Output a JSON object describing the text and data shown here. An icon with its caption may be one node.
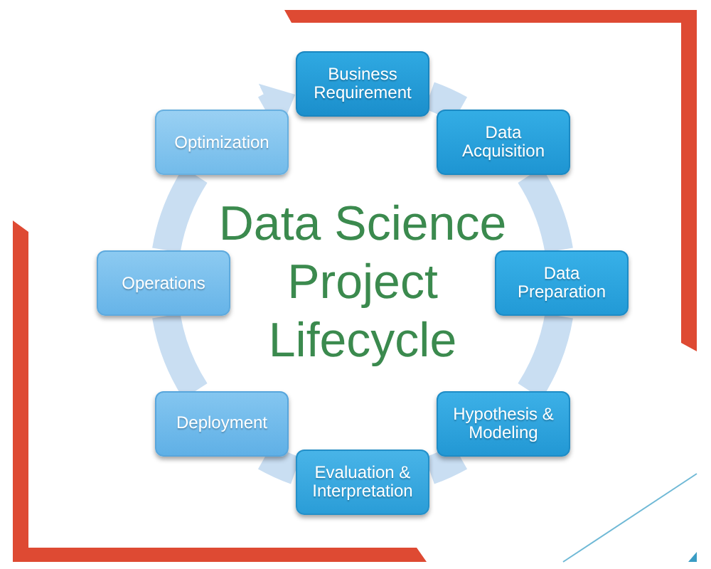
{
  "diagram": {
    "title": "Data Science Project Lifecycle",
    "nodes": [
      {
        "text": [
          "Business Requirement"
        ]
      },
      {
        "text": [
          "Data Acquisition"
        ]
      },
      {
        "text": [
          "Data Preparation"
        ]
      },
      {
        "text": [
          "Hypothesis & Modeling"
        ]
      },
      {
        "text": [
          "Evaluation & Interpretation"
        ]
      },
      {
        "text": [
          "Deployment"
        ]
      },
      {
        "text": [
          "Operations"
        ]
      },
      {
        "text": [
          "Optimization"
        ]
      }
    ],
    "edges": [
      {
        "from": 0,
        "to": 1,
        "arrow": "none"
      },
      {
        "from": 1,
        "to": 2,
        "arrow": "none"
      },
      {
        "from": 2,
        "to": 3,
        "arrow": "none"
      },
      {
        "from": 3,
        "to": 4,
        "arrow": "none"
      },
      {
        "from": 4,
        "to": 5,
        "arrow": "none"
      },
      {
        "from": 5,
        "to": 6,
        "arrow": "none"
      },
      {
        "from": 6,
        "to": 7,
        "arrow": "none"
      },
      {
        "from": 7,
        "to": 0,
        "arrow": "to"
      }
    ]
  }
}
